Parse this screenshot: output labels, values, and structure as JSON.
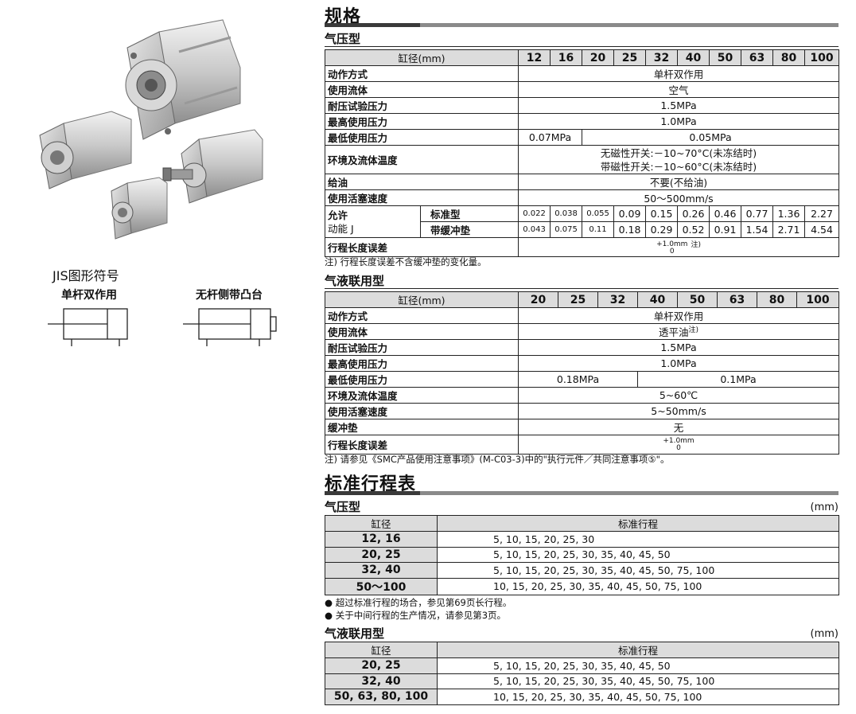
{
  "jis": {
    "title": "JIS图形符号",
    "sym_a": "单杆双作用",
    "sym_b": "无杆侧带凸台"
  },
  "spec": {
    "title": "规格",
    "pneu": {
      "title": "气压型",
      "bore_label": "缸径(mm)",
      "bores": [
        "12",
        "16",
        "20",
        "25",
        "32",
        "40",
        "50",
        "63",
        "80",
        "100"
      ],
      "rows": {
        "action": {
          "label": "动作方式",
          "value": "单杆双作用"
        },
        "fluid": {
          "label": "使用流体",
          "value": "空气"
        },
        "proof": {
          "label": "耐压试验压力",
          "value": "1.5MPa"
        },
        "max": {
          "label": "最高使用压力",
          "value": "1.0MPa"
        },
        "min": {
          "label": "最低使用压力",
          "value_a": "0.07MPa",
          "value_b": "0.05MPa"
        },
        "temp": {
          "label": "环境及流体温度",
          "value_1": "无磁性开关:－10~70°C(未冻结时)",
          "value_2": "带磁性开关:－10~60°C(未冻结时)"
        },
        "lube": {
          "label": "给油",
          "value": "不要(不给油)"
        },
        "speed": {
          "label": "使用活塞速度",
          "value": "50～500mm/s"
        },
        "energy": {
          "label_1": "允许",
          "label_2": "动能 J",
          "std_label": "标准型",
          "std_values": [
            "0.022",
            "0.038",
            "0.055",
            "0.09",
            "0.15",
            "0.26",
            "0.46",
            "0.77",
            "1.36",
            "2.27"
          ],
          "cush_label": "带缓冲垫",
          "cush_values": [
            "0.043",
            "0.075",
            "0.11",
            "0.18",
            "0.29",
            "0.52",
            "0.91",
            "1.54",
            "2.71",
            "4.54"
          ]
        },
        "tol": {
          "label": "行程长度误差",
          "upper": "+1.0mm",
          "lower": "0",
          "note_mark": "注)"
        }
      },
      "note": "注) 行程长度误差不含缓冲垫的变化量。"
    },
    "hydro": {
      "title": "气液联用型",
      "bore_label": "缸径(mm)",
      "bores": [
        "20",
        "25",
        "32",
        "40",
        "50",
        "63",
        "80",
        "100"
      ],
      "rows": {
        "action": {
          "label": "动作方式",
          "value": "单杆双作用"
        },
        "fluid": {
          "label": "使用流体",
          "value": "透平油",
          "mark": "注)"
        },
        "proof": {
          "label": "耐压试验压力",
          "value": "1.5MPa"
        },
        "max": {
          "label": "最高使用压力",
          "value": "1.0MPa"
        },
        "min": {
          "label": "最低使用压力",
          "value_a": "0.18MPa",
          "value_b": "0.1MPa"
        },
        "temp": {
          "label": "环境及流体温度",
          "value": "5~60℃"
        },
        "speed": {
          "label": "使用活塞速度",
          "value": "5~50mm/s"
        },
        "cushion": {
          "label": "缓冲垫",
          "value": "无"
        },
        "tol": {
          "label": "行程长度误差",
          "upper": "+1.0mm",
          "lower": "0"
        }
      },
      "note": "注) 请参见《SMC产品使用注意事项》(M-C03-3)中的\"执行元件／共同注意事项⑤\"。"
    }
  },
  "stroke": {
    "title": "标准行程表",
    "pneu": {
      "title": "气压型",
      "unit": "(mm)",
      "col_bore": "缸径",
      "col_stroke": "标准行程",
      "rows": [
        {
          "bore": "12, 16",
          "strokes": "5, 10, 15, 20, 25, 30"
        },
        {
          "bore": "20, 25",
          "strokes": "5, 10, 15, 20, 25, 30, 35, 40, 45, 50"
        },
        {
          "bore": "32, 40",
          "strokes": "5, 10, 15, 20, 25, 30, 35, 40, 45, 50, 75, 100"
        },
        {
          "bore": "50～100",
          "strokes": "10, 15, 20, 25, 30, 35, 40, 45, 50, 75, 100"
        }
      ],
      "notes": [
        "● 超过标准行程的场合，参见第69页长行程。",
        "● 关于中间行程的生产情况，请参见第3页。"
      ]
    },
    "hydro": {
      "title": "气液联用型",
      "unit": "(mm)",
      "col_bore": "缸径",
      "col_stroke": "标准行程",
      "rows": [
        {
          "bore": "20, 25",
          "strokes": "5, 10, 15, 20, 25, 30, 35, 40, 45, 50"
        },
        {
          "bore": "32, 40",
          "strokes": "5, 10, 15, 20, 25, 30, 35, 40, 45, 50, 75, 100"
        },
        {
          "bore": "50, 63, 80, 100",
          "strokes": "10, 15, 20, 25, 30, 35, 40, 45, 50, 75, 100"
        }
      ]
    }
  }
}
